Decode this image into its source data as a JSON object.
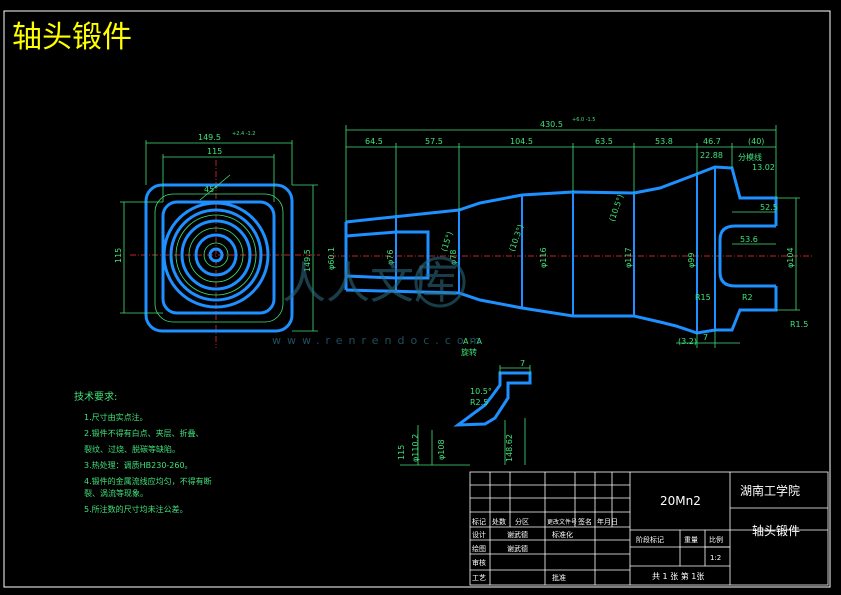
{
  "title": "轴头锻件",
  "watermark": {
    "text": "人人文库",
    "url": "www.renrendoc.com"
  },
  "dimensions": {
    "top_total": "430.5",
    "top_total_tol": "+6.0 -1.5",
    "seg1": "64.5",
    "seg2": "57.5",
    "seg3": "104.5",
    "seg4": "63.5",
    "seg5": "53.8",
    "seg6": "46.7",
    "seg7": "(40)",
    "seg8": "22.88",
    "seg9": "13.02",
    "split_label": "分模线",
    "d_left": "149.5",
    "d_left_tol": "+2.4 -1.2",
    "d_115": "115",
    "h_115": "115",
    "h_149": "149.5",
    "ang_15": "(15°)",
    "ang_10": "(10.3°)",
    "ang_105": "(10.5°)",
    "d_76": "φ76",
    "d_78": "φ78",
    "d_116": "φ116",
    "d_117": "φ117",
    "d_99": "φ99",
    "d_104": "φ104",
    "d_60": "φ60.1",
    "r_52": "52.5",
    "r_53": "53.6",
    "r_15": "R15",
    "r_32": "R2",
    "r_06": "R1.5",
    "dim_32": "(3.2)",
    "dim_7": "7",
    "section_label": "A - A",
    "section_sub": "旋转",
    "sec_7": "7",
    "sec_r": "R2.5",
    "sec_115": "115",
    "sec_d1": "φ110.2",
    "sec_d2": "φ108",
    "sec_h": "148.62",
    "ang_top": "45°",
    "ang_mid": "10.5°"
  },
  "notes": {
    "heading": "技术要求:",
    "items": [
      "1.尺寸由实点注。",
      "2.锻件不得有白点、夹层、折叠、",
      "   裂纹、过烧、脱碳等缺陷。",
      "3.热处理：调质HB230-260。",
      "4.锻件的金属流线应均匀，不得有断",
      "   裂、涡流等现象。",
      "5.所注数的尺寸均未注公差。"
    ]
  },
  "title_block": {
    "material": "20Mn2",
    "school": "湖南工学院",
    "part": "轴头锻件",
    "row_labels": [
      "标记",
      "处数",
      "分区",
      "更改文件号",
      "签名",
      "年月日"
    ],
    "design": "设计",
    "designer": "谢武德",
    "standard": "标准化",
    "drafting": "绘图",
    "drafter": "谢武德",
    "review": "审核",
    "process": "工艺",
    "approve": "批准",
    "stage_mark": "阶段标记",
    "weight": "重量",
    "scale_label": "比例",
    "scale": "1:2",
    "sheets": "共 1 张 第 1张"
  }
}
